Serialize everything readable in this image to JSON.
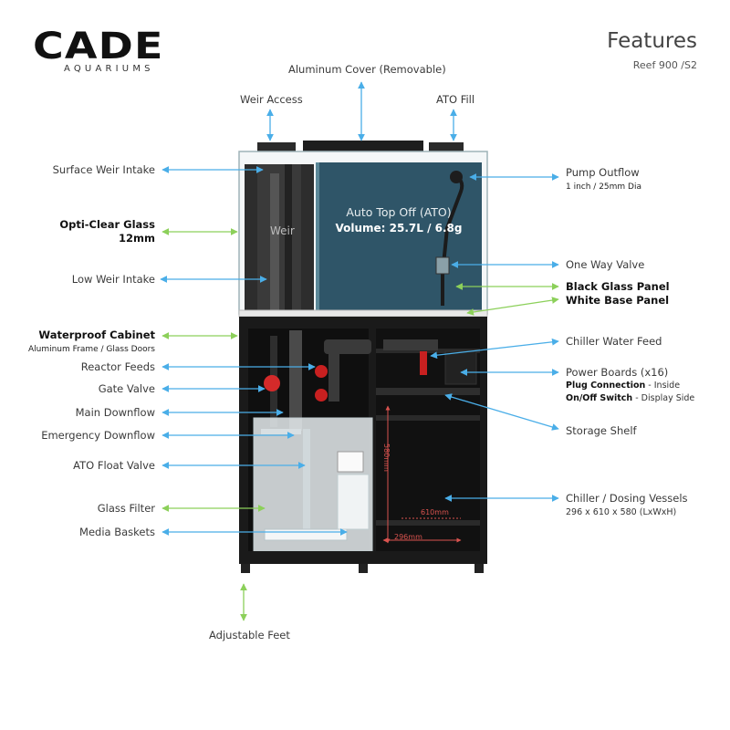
{
  "brand": {
    "logo": "CADE",
    "subline": "AQUARIUMS"
  },
  "header": {
    "title": "Features",
    "subtitle": "Reef 900 /S2"
  },
  "tank_text": {
    "weir": "Weir",
    "ato_title": "Auto Top Off (ATO)",
    "ato_volume": "Volume: 25.7L / 6.8g"
  },
  "dimensions": {
    "height": "580mm",
    "depth": "610mm",
    "width": "296mm"
  },
  "labels": {
    "aluminum_cover": "Aluminum Cover (Removable)",
    "weir_access": "Weir Access",
    "ato_fill": "ATO Fill",
    "surface_weir_intake": "Surface Weir Intake",
    "opti_clear_glass": "Opti-Clear Glass",
    "opti_clear_glass_sub": "12mm",
    "low_weir_intake": "Low Weir Intake",
    "waterproof_cabinet": "Waterproof Cabinet",
    "waterproof_cabinet_sub": "Aluminum Frame / Glass Doors",
    "reactor_feeds": "Reactor Feeds",
    "gate_valve": "Gate Valve",
    "main_downflow": "Main Downflow",
    "emergency_downflow": "Emergency Downflow",
    "ato_float_valve": "ATO Float Valve",
    "glass_filter": "Glass Filter",
    "media_baskets": "Media Baskets",
    "adjustable_feet": "Adjustable Feet",
    "pump_outflow": "Pump Outflow",
    "pump_outflow_sub": "1 inch / 25mm Dia",
    "one_way_valve": "One Way Valve",
    "black_glass_panel": "Black Glass Panel",
    "white_base_panel": "White Base Panel",
    "chiller_water_feed": "Chiller Water Feed",
    "power_boards": "Power Boards (x16)",
    "plug_connection_b": "Plug Connection",
    "plug_connection_t": " - Inside",
    "onoff_switch_b": "On/Off Switch",
    "onoff_switch_t": " - Display Side",
    "storage_shelf": "Storage Shelf",
    "chiller_dosing": "Chiller / Dosing Vessels",
    "chiller_dosing_sub": "296 x 610 x 580 (LxWxH)"
  },
  "colors": {
    "blue_arrow": "#4aaee8",
    "green_arrow": "#8cd05a",
    "dimension": "#d9534f",
    "ato_water": "#2f5568"
  }
}
